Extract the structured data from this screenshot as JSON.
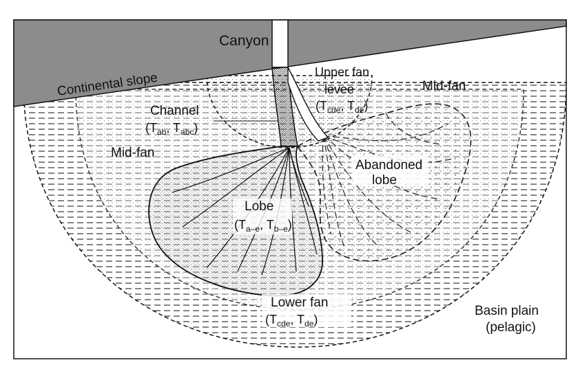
{
  "labels": {
    "canyon": "Canyon",
    "continental_slope": "Continental slope",
    "upper_fan_l1": "Upper fan",
    "upper_fan_l2": "levee",
    "upper_fan_T1": "T",
    "upper_fan_T1_sub": "cde",
    "upper_fan_T2": "T",
    "upper_fan_T2_sub": "de",
    "mid_fan_right": "Mid-fan",
    "mid_fan_left": "Mid-fan",
    "channel": "Channel",
    "channel_T1": "T",
    "channel_T1_sub": "ab",
    "channel_T2": "T",
    "channel_T2_sub": "abc",
    "abandoned_l1": "Abandoned",
    "abandoned_l2": "lobe",
    "lobe": "Lobe",
    "lobe_T1": "T",
    "lobe_T1_sub": "a–e",
    "lobe_T2": "T",
    "lobe_T2_sub": "b–e",
    "lower_fan": "Lower fan",
    "lower_fan_T1": "T",
    "lower_fan_T1_sub": "cde",
    "lower_fan_T2": "T",
    "lower_fan_T2_sub": "de",
    "basin_plain": "Basin plain",
    "pelagic": "(pelagic)"
  },
  "punct": {
    "open": "(",
    "comma": ", ",
    "close": ")"
  },
  "colors": {
    "slope_fill": "#8c8c8c",
    "stroke": "#111111"
  }
}
